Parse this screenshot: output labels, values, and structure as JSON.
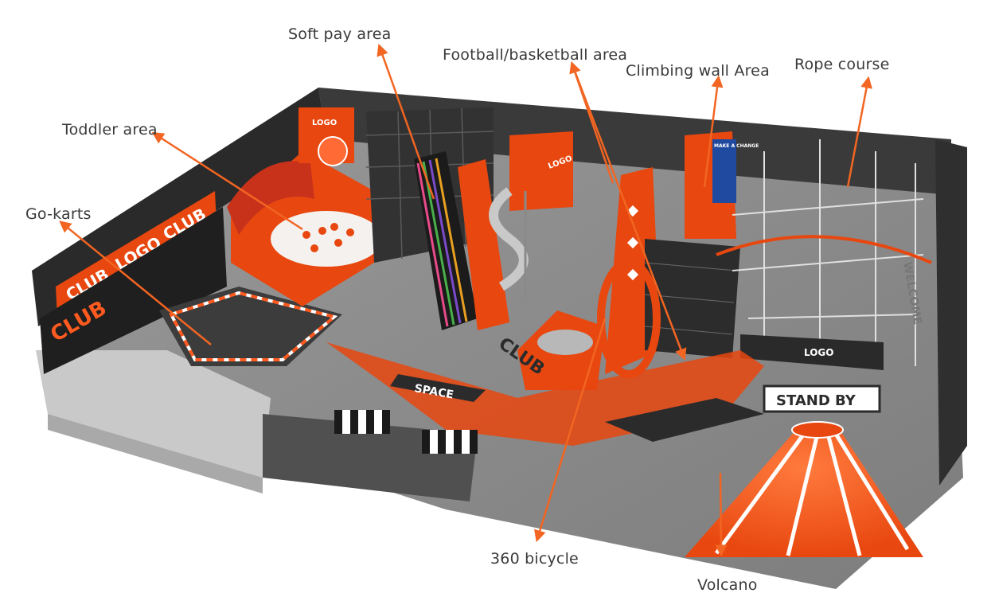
{
  "labels": {
    "soft_play": "Soft pay area",
    "football": "Football/basketball area",
    "climbing": "Climbing wall Area",
    "rope": "Rope course",
    "toddler": "Toddler area",
    "gokarts": "Go-karts",
    "bicycle": "360 bicycle",
    "volcano": "Volcano"
  },
  "signs": {
    "club_banner": [
      "CLUB",
      "LOGO",
      "CLUB",
      "CLUB"
    ],
    "logo_top": "LOGO",
    "logo_mid": "LOGO",
    "logo_rope": "LOGO",
    "space": "SPACE",
    "club_floor": "CLUB",
    "stand_by": "STAND BY",
    "make_change": "MAKE A CHANGE",
    "welcome": "WELCOME"
  },
  "colors": {
    "accent": "#ff5a1f",
    "arrow": "#f26522",
    "dark": "#2b2b2b",
    "floor": "#8e8e8e"
  }
}
